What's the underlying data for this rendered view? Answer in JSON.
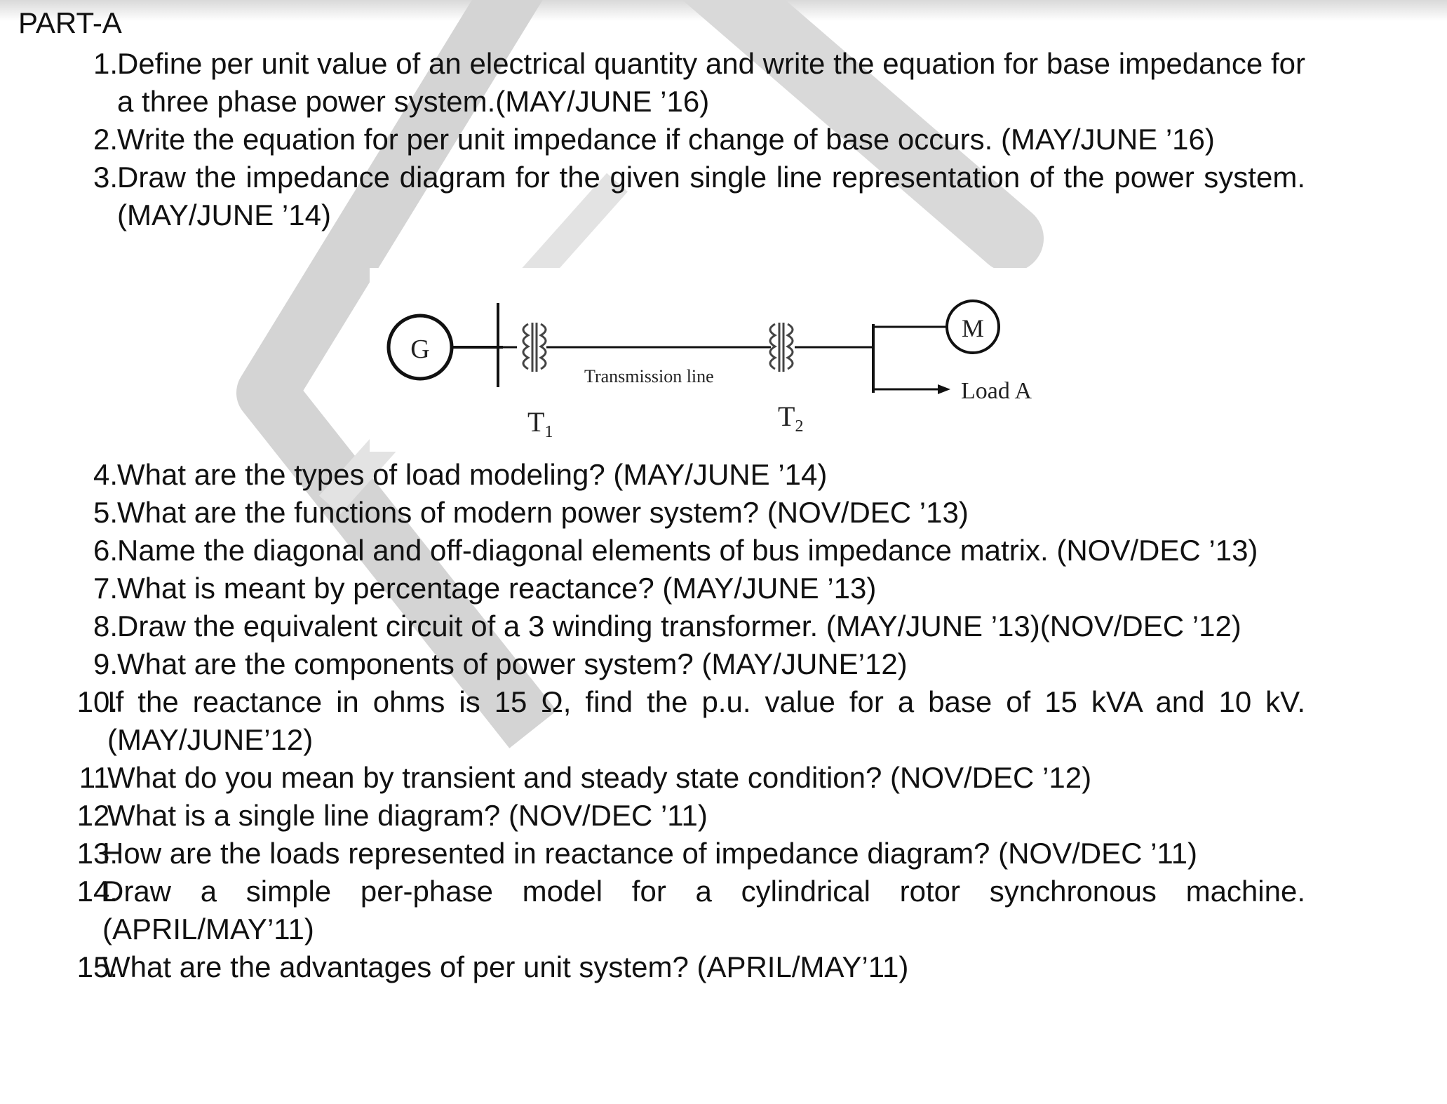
{
  "heading": "PART-A",
  "questions": [
    {
      "num": "1.",
      "text": "Define per unit value of an electrical quantity and write the equation for base impedance for a three phase power system.(MAY/JUNE ’16)"
    },
    {
      "num": "2.",
      "text": "Write the equation for per unit impedance if change of base occurs. (MAY/JUNE ’16)"
    },
    {
      "num": "3.",
      "text": "Draw the impedance diagram for the given single line representation of the power system. (MAY/JUNE ’14)"
    },
    {
      "num": "4.",
      "text": "What are the types of load modeling? (MAY/JUNE ’14)"
    },
    {
      "num": "5.",
      "text": "What are the functions of modern power system?  (NOV/DEC ’13)"
    },
    {
      "num": "6.",
      "text": "Name the diagonal and off-diagonal elements of bus impedance matrix. (NOV/DEC ’13)"
    },
    {
      "num": "7.",
      "text": "What is meant by percentage reactance?  (MAY/JUNE ’13)"
    },
    {
      "num": "8.",
      "text": "Draw the equivalent circuit of a 3 winding transformer.    (MAY/JUNE ’13)(NOV/DEC ’12)"
    },
    {
      "num": "9.",
      "text": "What are the components of power system? (MAY/JUNE’12)"
    },
    {
      "num": "10.",
      "text": "If the reactance in ohms is 15 Ω, find the p.u. value for a base of 15 kVA and 10 kV. (MAY/JUNE’12)"
    },
    {
      "num": "11.",
      "text": "What do you mean by transient and steady state condition? (NOV/DEC ’12)"
    },
    {
      "num": "12.",
      "text": "What is a single line diagram? (NOV/DEC ’11)"
    },
    {
      "num": "13.",
      "text": "How are the loads represented in reactance of impedance diagram? (NOV/DEC ’11)"
    },
    {
      "num": "14.",
      "text": "Draw a simple per-phase model for a cylindrical rotor synchronous machine. (APRIL/MAY’11)"
    },
    {
      "num": "15.",
      "text": "What are the advantages of per unit system?  (APRIL/MAY’11)"
    }
  ],
  "diagram": {
    "generator": "G",
    "motor": "M",
    "line_label": "Transmission line",
    "t1": "T",
    "t1_sub": "1",
    "t2": "T",
    "t2_sub": "2",
    "load": "Load A"
  }
}
